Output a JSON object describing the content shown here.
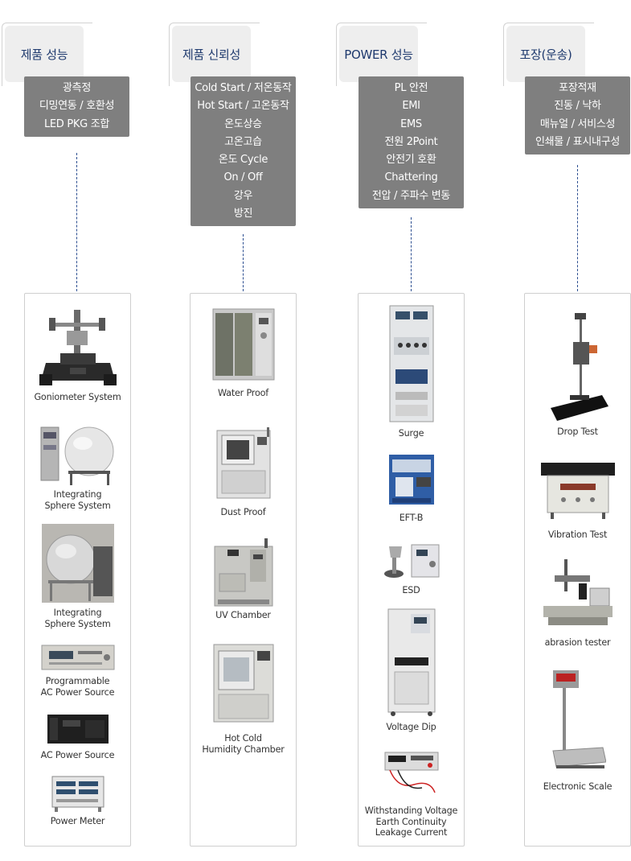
{
  "columns": [
    {
      "title": "제품 성능",
      "tests": [
        "광측정",
        "디밍연동 / 호환성",
        "LED PKG 조합"
      ],
      "equipment": [
        "Goniometer System",
        "Integrating\nSphere System",
        "Integrating\nSphere System",
        "Programmable\nAC Power Source",
        "AC Power Source",
        "Power Meter"
      ]
    },
    {
      "title": "제품 신뢰성",
      "tests": [
        "Cold Start / 저온동작",
        "Hot Start / 고온동작",
        "온도상승",
        "고온고습",
        "온도 Cycle",
        "On / Off",
        "강우",
        "방진"
      ],
      "equipment": [
        "Water Proof",
        "Dust Proof",
        "UV Chamber",
        "Hot Cold\nHumidity Chamber"
      ]
    },
    {
      "title": "POWER 성능",
      "tests": [
        "PL 안전",
        "EMI",
        "EMS",
        "전원 2Point",
        "안전기 호환",
        "Chattering",
        "전압 / 주파수 변동"
      ],
      "equipment": [
        "Surge",
        "EFT-B",
        "ESD",
        "Voltage Dip",
        "Withstanding Voltage\nEarth Continuity\nLeakage Current"
      ]
    },
    {
      "title": "포장(운송)",
      "tests": [
        "포장적재",
        "진동 / 낙하",
        "매뉴얼 / 서비스성",
        "인쇄물 / 표시내구성"
      ],
      "equipment": [
        "Drop Test",
        "Vibration Test",
        "abrasion tester",
        "Electronic Scale"
      ]
    }
  ],
  "colors": {
    "tab_text": "#1f3a6e",
    "tab_bg": "#eeeeee",
    "test_box": "#7f7f7f",
    "connector": "#2d4f91"
  },
  "icons": [
    "goniometer-photo",
    "integrating-sphere-photo",
    "ac-power-source-photo",
    "power-meter-photo",
    "chamber-photo",
    "surge-tester-photo",
    "esd-gun-photo",
    "drop-tester-photo",
    "vibration-table-photo",
    "abrasion-tester-photo",
    "electronic-scale-photo"
  ]
}
